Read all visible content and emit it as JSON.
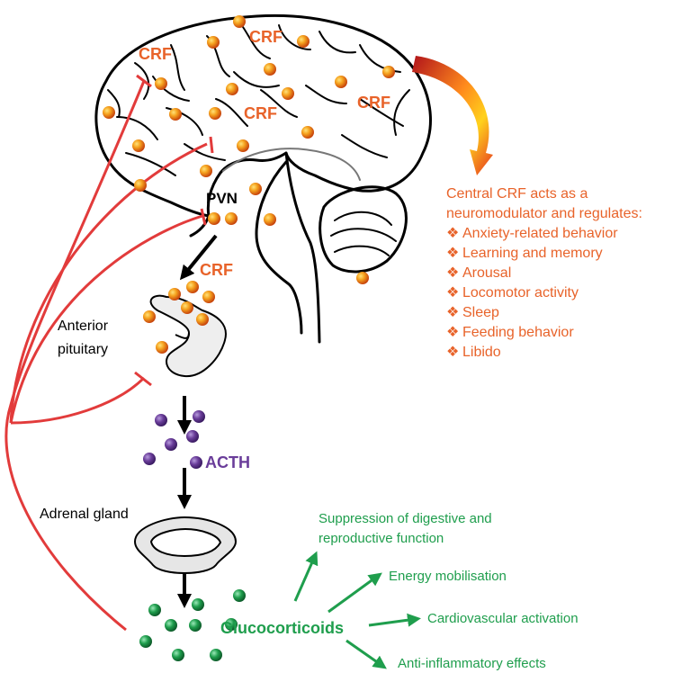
{
  "colors": {
    "crf_orange": "#e8632a",
    "acth_purple": "#6a3d9a",
    "glucocorticoid_green": "#1f9e4d",
    "inhibition_red": "#e23b3b",
    "outline_black": "#000000"
  },
  "labels": {
    "crf_top_left": "CRF",
    "crf_top_center": "CRF",
    "crf_middle": "CRF",
    "crf_right": "CRF",
    "pvn": "PVN",
    "crf_pituitary": "CRF",
    "anterior_pituitary_line1": "Anterior",
    "anterior_pituitary_line2": "pituitary",
    "acth": "ACTH",
    "adrenal_gland": "Adrenal gland",
    "glucocorticoids": "Glucocorticoids"
  },
  "central_crf": {
    "heading_line1": "Central CRF acts as a",
    "heading_line2": "neuromodulator and regulates:",
    "bullet_symbol": "❖",
    "items": [
      "Anxiety-related behavior",
      "Learning and memory",
      "Arousal",
      "Locomotor activity",
      "Sleep",
      "Feeding behavior",
      "Libido"
    ]
  },
  "glucocorticoid_effects": {
    "digestive_line1": "Suppression of digestive and",
    "digestive_line2": "reproductive function",
    "energy": "Energy mobilisation",
    "cardio": "Cardiovascular activation",
    "inflammatory": "Anti-inflammatory effects"
  },
  "icons": [
    "brain-outline",
    "pituitary-gland-icon",
    "adrenal-gland-icon",
    "curved-gradient-arrow-icon"
  ]
}
